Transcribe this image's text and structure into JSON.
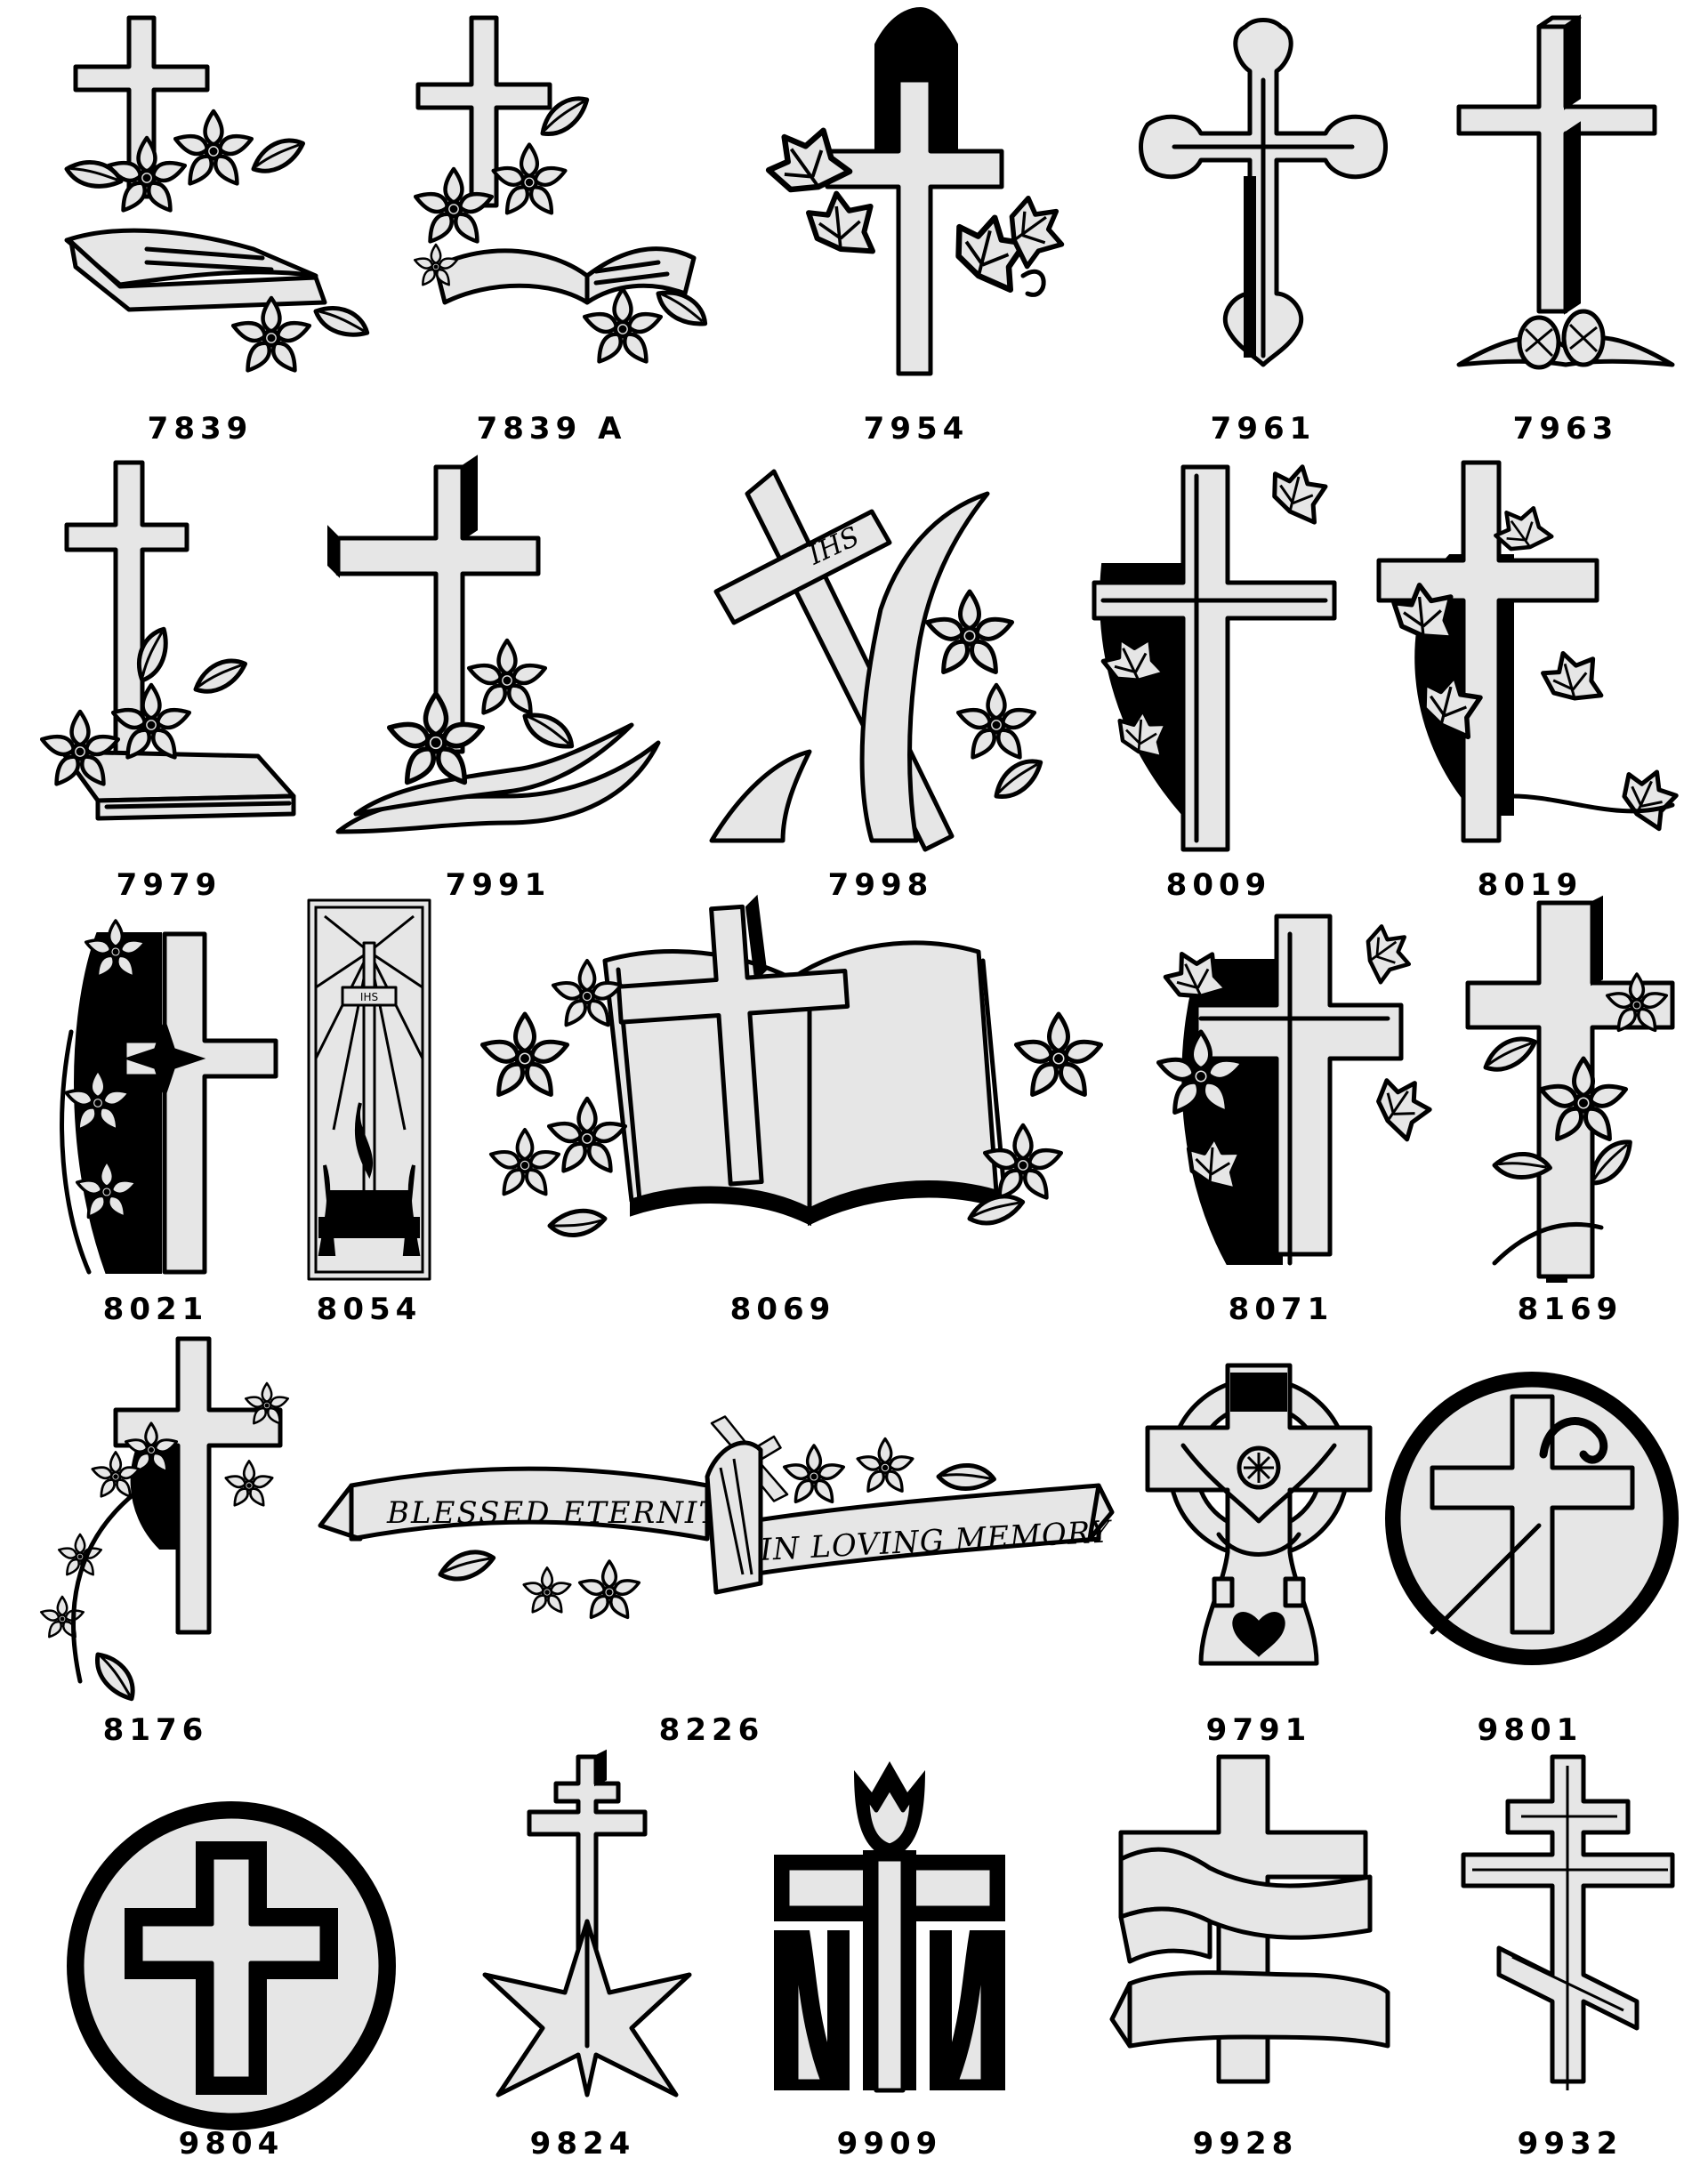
{
  "emblems": [
    {
      "code": "7839"
    },
    {
      "code": "7839 A"
    },
    {
      "code": "7954"
    },
    {
      "code": "7961"
    },
    {
      "code": "7963"
    },
    {
      "code": "7979"
    },
    {
      "code": "7991"
    },
    {
      "code": "7998"
    },
    {
      "code": "8009"
    },
    {
      "code": "8019"
    },
    {
      "code": "8021"
    },
    {
      "code": "8054"
    },
    {
      "code": "8069"
    },
    {
      "code": "8071"
    },
    {
      "code": "8169"
    },
    {
      "code": "8176"
    },
    {
      "code": "8226"
    },
    {
      "code": "9791"
    },
    {
      "code": "9801"
    },
    {
      "code": "9804"
    },
    {
      "code": "9824"
    },
    {
      "code": "9909"
    },
    {
      "code": "9928"
    },
    {
      "code": "9932"
    }
  ],
  "inscriptions": {
    "ihs_7998": "IHS",
    "ihs_8054": "IHS",
    "banner_left": "BLESSED ETERNITY",
    "banner_right": "IN LOVING MEMORY"
  },
  "palette": {
    "fill": "#e6e6e6",
    "ink": "#000000",
    "paper": "#ffffff"
  }
}
